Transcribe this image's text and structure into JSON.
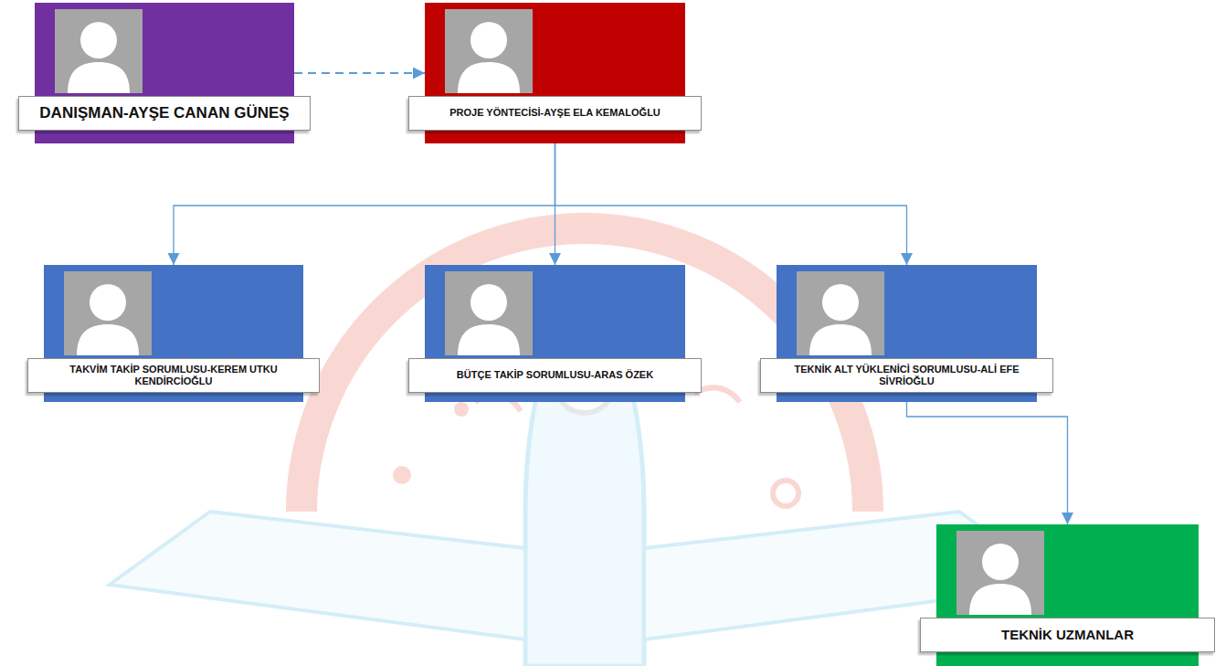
{
  "diagram": {
    "nodes": [
      {
        "text": [
          "DANIŞMAN-AYŞE CANAN GÜNEŞ"
        ]
      },
      {
        "text": [
          "PROJE YÖNTECİSİ-AYŞE ELA KEMALOĞLU"
        ]
      },
      {
        "text": [
          "TAKVİM TAKİP SORUMLUSU-KEREM UTKU KENDİRCİOĞLU"
        ]
      },
      {
        "text": [
          "BÜTÇE TAKİP SORUMLUSU-ARAS ÖZEK"
        ]
      },
      {
        "text": [
          "TEKNİK ALT YÜKLENİCİ SORUMLUSU-ALİ EFE SİVRİOĞLU"
        ]
      },
      {
        "text": [
          "TEKNİK UZMANLAR"
        ]
      }
    ],
    "edges": [
      {
        "from": 0,
        "to": 1,
        "arrow": "to"
      },
      {
        "from": 1,
        "to": 2,
        "arrow": "to"
      },
      {
        "from": 1,
        "to": 3,
        "arrow": "to"
      },
      {
        "from": 1,
        "to": 4,
        "arrow": "to"
      },
      {
        "from": 4,
        "to": 5,
        "arrow": "to"
      }
    ]
  }
}
